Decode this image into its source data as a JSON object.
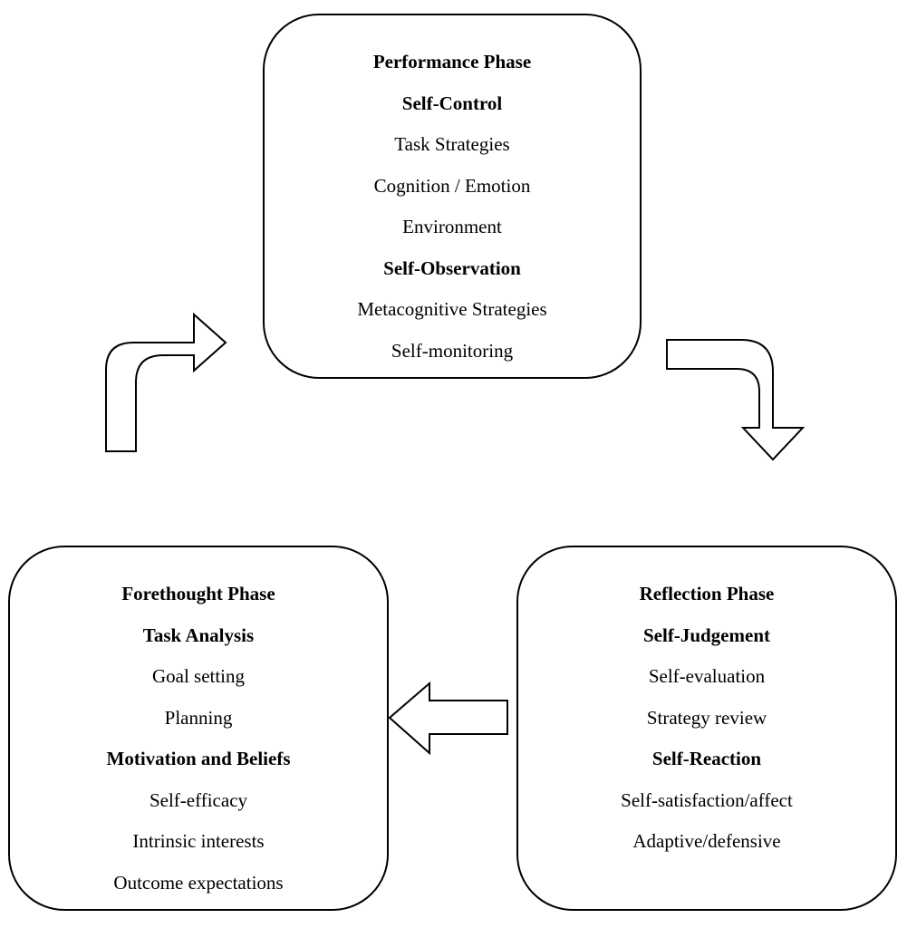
{
  "phases": {
    "performance": {
      "title": "Performance Phase",
      "lines": [
        {
          "text": "Self-Control",
          "bold": true
        },
        {
          "text": "Task Strategies",
          "bold": false
        },
        {
          "text": "Cognition / Emotion",
          "bold": false
        },
        {
          "text": "Environment",
          "bold": false
        },
        {
          "text": "Self-Observation",
          "bold": true
        },
        {
          "text": "Metacognitive Strategies",
          "bold": false
        },
        {
          "text": "Self-monitoring",
          "bold": false
        }
      ]
    },
    "forethought": {
      "title": "Forethought Phase",
      "lines": [
        {
          "text": "Task Analysis",
          "bold": true
        },
        {
          "text": "Goal setting",
          "bold": false
        },
        {
          "text": "Planning",
          "bold": false
        },
        {
          "text": "Motivation and Beliefs",
          "bold": true
        },
        {
          "text": "Self-efficacy",
          "bold": false
        },
        {
          "text": "Intrinsic interests",
          "bold": false
        },
        {
          "text": "Outcome expectations",
          "bold": false
        }
      ]
    },
    "reflection": {
      "title": "Reflection Phase",
      "lines": [
        {
          "text": "Self-Judgement",
          "bold": true
        },
        {
          "text": "Self-evaluation",
          "bold": false
        },
        {
          "text": "Strategy review",
          "bold": false
        },
        {
          "text": "Self-Reaction",
          "bold": true
        },
        {
          "text": "Self-satisfaction/affect",
          "bold": false
        },
        {
          "text": "Adaptive/defensive",
          "bold": false
        }
      ]
    }
  },
  "colors": {
    "stroke": "#000000",
    "fill": "#ffffff"
  },
  "arrows": [
    {
      "from": "forethought",
      "to": "performance",
      "icon": "curved-arrow-up-right-icon"
    },
    {
      "from": "performance",
      "to": "reflection",
      "icon": "curved-arrow-right-down-icon"
    },
    {
      "from": "reflection",
      "to": "forethought",
      "icon": "arrow-left-icon"
    }
  ]
}
